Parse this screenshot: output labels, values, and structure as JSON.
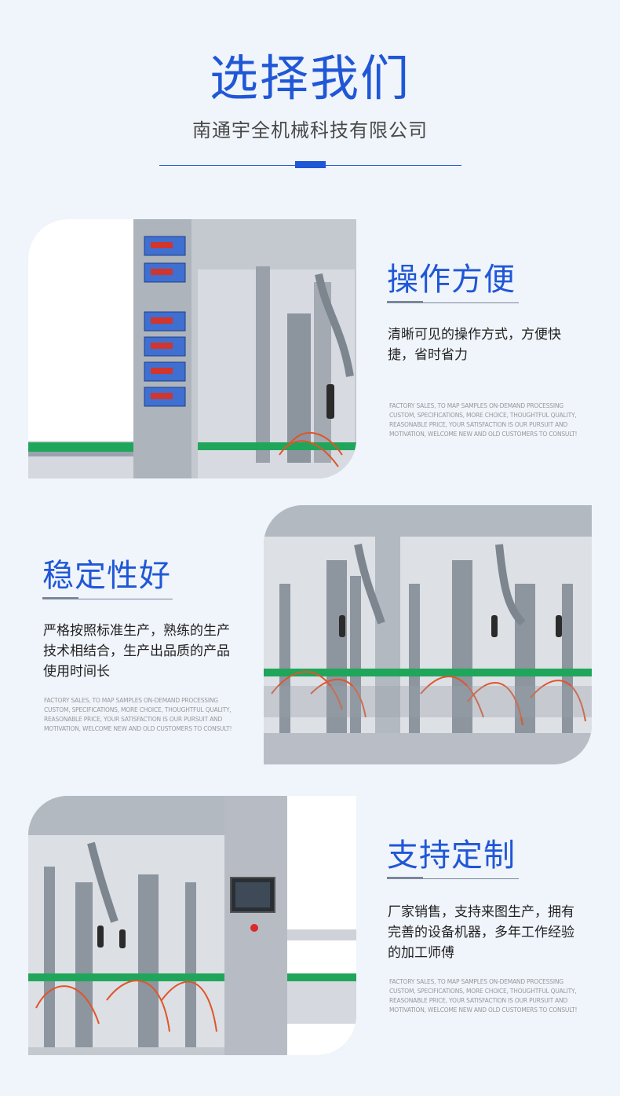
{
  "header": {
    "title": "选择我们",
    "subtitle": "南通宇全机械科技有限公司"
  },
  "features": [
    {
      "title": "操作方便",
      "description": "清晰可见的操作方式，方便快捷，省时省力",
      "english_lines": [
        "FACTORY SALES, TO MAP SAMPLES ON-DEMAND PROCESSING",
        "CUSTOM, SPECIFICATIONS, MORE CHOICE, THOUGHTFUL QUALITY,",
        "REASONABLE PRICE, YOUR SATISFACTION IS OUR PURSUIT AND",
        "MOTIVATION, WELCOME NEW AND OLD CUSTOMERS TO CONSULT!"
      ]
    },
    {
      "title": "稳定性好",
      "description": "严格按照标准生产，熟练的生产技术相结合，生产出品质的产品使用时间长",
      "english_lines": [
        "FACTORY SALES, TO MAP SAMPLES ON-DEMAND PROCESSING",
        "CUSTOM, SPECIFICATIONS, MORE CHOICE, THOUGHTFUL QUALITY,",
        "REASONABLE PRICE, YOUR SATISFACTION IS OUR PURSUIT AND",
        "MOTIVATION, WELCOME NEW AND OLD CUSTOMERS TO CONSULT!"
      ]
    },
    {
      "title": "支持定制",
      "description": "厂家销售，支持来图生产，拥有完善的设备机器，多年工作经验的加工师傅",
      "english_lines": [
        "FACTORY SALES, TO MAP SAMPLES ON-DEMAND PROCESSING",
        "CUSTOM, SPECIFICATIONS, MORE CHOICE, THOUGHTFUL QUALITY,",
        "REASONABLE PRICE, YOUR SATISFACTION IS OUR PURSUIT AND",
        "MOTIVATION, WELCOME NEW AND OLD CUSTOMERS TO CONSULT!"
      ]
    }
  ],
  "colors": {
    "accent": "#1f57d6",
    "background": "#f0f4fb"
  }
}
